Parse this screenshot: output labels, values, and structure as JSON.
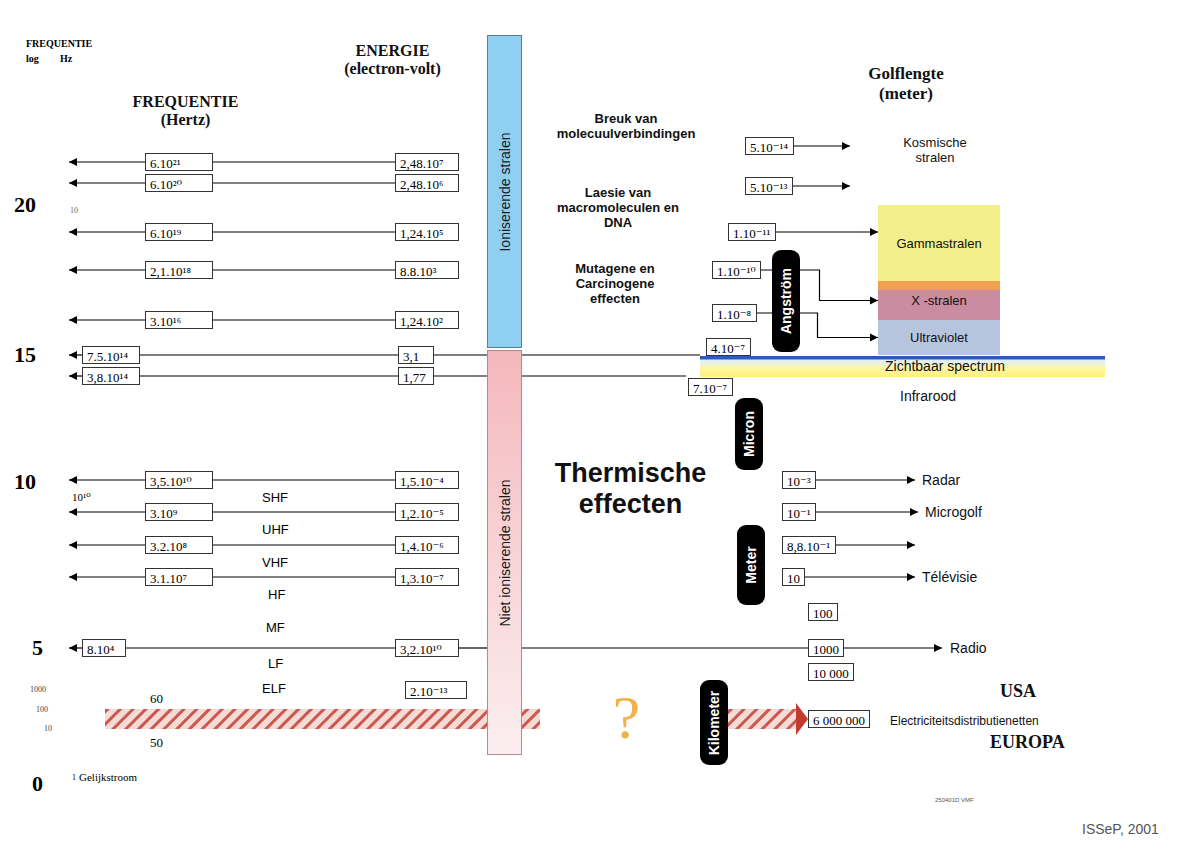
{
  "diagram": {
    "nodes": [
      {
        "text": [
          "FREQUENTIE (Hertz)"
        ]
      },
      {
        "text": [
          "6.10²¹"
        ],
        "in": 0
      },
      {
        "text": [
          "6.10²⁰"
        ],
        "in": 0
      },
      {
        "text": [
          "6.10¹⁹"
        ],
        "in": 0
      },
      {
        "text": [
          "2,1.10¹⁸"
        ],
        "in": 0
      },
      {
        "text": [
          "3.10¹⁶"
        ],
        "in": 0
      },
      {
        "text": [
          "7.5.10¹⁴"
        ],
        "in": 0
      },
      {
        "text": [
          "3,8.10¹⁴"
        ],
        "in": 0
      },
      {
        "text": [
          "3,5.10¹⁰"
        ],
        "in": 0
      },
      {
        "text": [
          "3.10⁹"
        ],
        "in": 0
      },
      {
        "text": [
          "3.2.10⁸"
        ],
        "in": 0
      },
      {
        "text": [
          "3.1.10⁷"
        ],
        "in": 0
      },
      {
        "text": [
          "8.10⁴"
        ]
      },
      {
        "text": [
          "ENERGIE (electron-volt)"
        ]
      },
      {
        "text": [
          "2,48.10⁷"
        ],
        "in": 13
      },
      {
        "text": [
          "2,48.10⁶"
        ],
        "in": 13
      },
      {
        "text": [
          "1,24.10⁵"
        ],
        "in": 13
      },
      {
        "text": [
          "8.8.10³"
        ],
        "in": 13
      },
      {
        "text": [
          "1,24.10²"
        ],
        "in": 13
      },
      {
        "text": [
          "3,1"
        ],
        "in": 13
      },
      {
        "text": [
          "1,77"
        ],
        "in": 13
      },
      {
        "text": [
          "1,5.10⁻⁴"
        ],
        "in": 13
      },
      {
        "text": [
          "1,2.10⁻⁵"
        ],
        "in": 13
      },
      {
        "text": [
          "1,4.10⁻⁶"
        ],
        "in": 13
      },
      {
        "text": [
          "1,3.10⁻⁷"
        ],
        "in": 13
      },
      {
        "text": [
          "3,2.10¹⁰"
        ],
        "in": 13
      },
      {
        "text": [
          "2.10⁻¹³"
        ],
        "in": 13
      },
      {
        "text": [
          "Ioniserende stralen"
        ]
      },
      {
        "text": [
          "Niet ioniserende stralen"
        ]
      },
      {
        "text": [
          "Breuk van molecuulverbindingen",
          "Laesie van macromoleculen en DNA",
          "Mutagene en Carcinogene effecten"
        ]
      },
      {
        "text": [
          "Thermische effecten"
        ]
      },
      {
        "text": [
          "?"
        ]
      },
      {
        "text": [
          "Angström"
        ]
      },
      {
        "text": [
          "Micron"
        ]
      },
      {
        "text": [
          "Meter"
        ]
      },
      {
        "text": [
          "Kilometer"
        ]
      },
      {
        "text": [
          "5.10⁻¹⁴"
        ]
      },
      {
        "text": [
          "5.10⁻¹³"
        ]
      },
      {
        "text": [
          "1.10⁻¹¹"
        ]
      },
      {
        "text": [
          "1.10⁻¹⁰"
        ]
      },
      {
        "text": [
          "1.10⁻⁸"
        ]
      },
      {
        "text": [
          "4.10⁻⁷"
        ]
      },
      {
        "text": [
          "7.10⁻⁷"
        ]
      },
      {
        "text": [
          "10⁻³"
        ]
      },
      {
        "text": [
          "10⁻¹"
        ]
      },
      {
        "text": [
          "8,8.10⁻¹"
        ]
      },
      {
        "text": [
          "10"
        ]
      },
      {
        "text": [
          "100"
        ]
      },
      {
        "text": [
          "1000"
        ]
      },
      {
        "text": [
          "10 000"
        ]
      },
      {
        "text": [
          "6 000 000"
        ]
      },
      {
        "text": [
          "Golflengte (meter)",
          "Kosmische stralen"
        ]
      },
      {
        "text": [
          "Gammastralen"
        ],
        "in": 51
      },
      {
        "text": [
          "X -stralen"
        ],
        "in": 51
      },
      {
        "text": [
          "Ultraviolet"
        ],
        "in": 51
      },
      {
        "text": [
          "Zichtbaar spectrum"
        ]
      },
      {
        "text": [
          "Infrarood",
          "Radar",
          "Microgolf",
          "Télévisie",
          "Radio"
        ]
      }
    ],
    "edges": [
      {
        "from": 14,
        "to": 1,
        "arrow": "none"
      },
      {
        "from": 15,
        "to": 2,
        "arrow": "none"
      },
      {
        "from": 16,
        "to": 3,
        "arrow": "none"
      },
      {
        "from": 17,
        "to": 4,
        "arrow": "none"
      },
      {
        "from": 18,
        "to": 5,
        "arrow": "none"
      },
      {
        "from": 19,
        "to": 6,
        "arrow": "none"
      },
      {
        "from": 20,
        "to": 7,
        "arrow": "none"
      },
      {
        "from": 21,
        "to": 8,
        "arrow": "none"
      },
      {
        "from": 22,
        "to": 9,
        "arrow": "none"
      },
      {
        "from": 23,
        "to": 10,
        "arrow": "none"
      },
      {
        "from": 24,
        "to": 11,
        "arrow": "none"
      },
      {
        "from": 25,
        "to": 12,
        "arrow": "none"
      },
      {
        "from": 38,
        "to": 52,
        "arrow": "to"
      },
      {
        "from": 39,
        "to": 53,
        "arrow": "to"
      },
      {
        "from": 40,
        "to": 54,
        "arrow": "to"
      }
    ],
    "labels": [
      "FREQUENTIE",
      "log",
      "Hz",
      "20",
      "10",
      "15",
      "10",
      "10¹⁰",
      "5",
      "1000",
      "100",
      "10",
      "1",
      "Gelijkstroom",
      "0",
      "SHF",
      "UHF",
      "VHF",
      "HF",
      "MF",
      "LF",
      "ELF",
      "60",
      "50",
      "USA",
      "Electriciteitsdistributienetten",
      "EUROPA",
      "250401D VMF",
      "ISSeP, 2001"
    ]
  }
}
